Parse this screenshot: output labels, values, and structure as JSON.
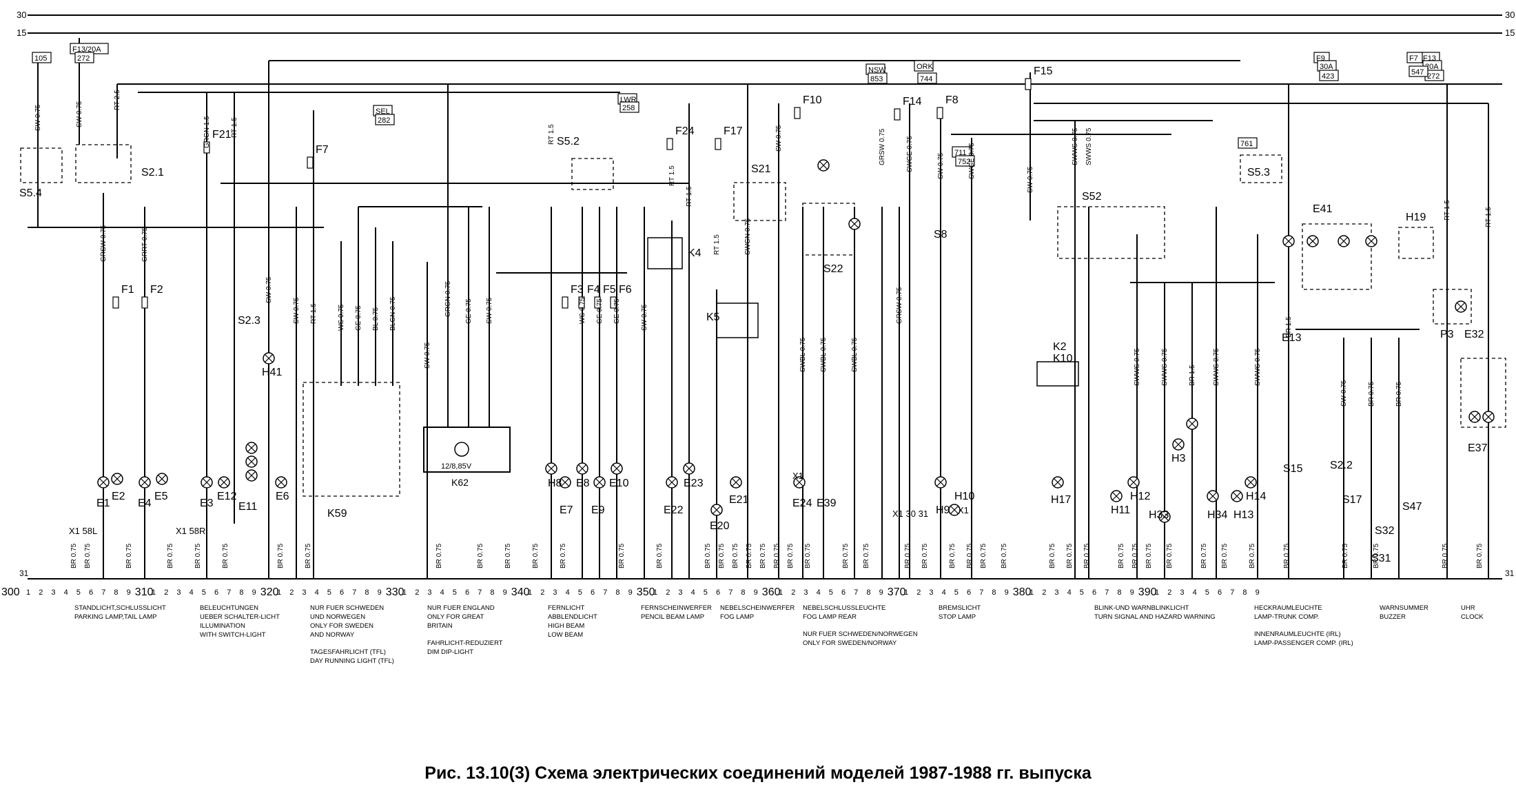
{
  "caption": "Рис. 13.10(3)  Схема электрических соединений моделей 1987-1988 гг. выпуска",
  "rails": [
    {
      "label": "30"
    },
    {
      "label": "15"
    },
    {
      "label": "31"
    }
  ],
  "fuses": [
    "F1",
    "F2",
    "F3",
    "F4",
    "F5",
    "F6",
    "F7",
    "F8",
    "F10",
    "F14",
    "F15",
    "F17",
    "F21",
    "F24"
  ],
  "top_boxes": [
    "105",
    "F13/20A",
    "272",
    "SEL",
    "282",
    "LWR",
    "258",
    "NSW",
    "853",
    "ORK",
    "744",
    "711",
    "752",
    "F9",
    "30A",
    "423",
    "F13",
    "20A",
    "272",
    "F7",
    "547",
    "761"
  ],
  "components": [
    {
      "id": "S5.4"
    },
    {
      "id": "S2.1"
    },
    {
      "id": "S2.3"
    },
    {
      "id": "S5.2"
    },
    {
      "id": "S21"
    },
    {
      "id": "S22"
    },
    {
      "id": "S52"
    },
    {
      "id": "S5.3"
    },
    {
      "id": "K4"
    },
    {
      "id": "K5"
    },
    {
      "id": "K59"
    },
    {
      "id": "K62"
    },
    {
      "id": "K2"
    },
    {
      "id": "K10"
    },
    {
      "id": "E41"
    },
    {
      "id": "H19"
    },
    {
      "id": "P3"
    },
    {
      "id": "E32"
    },
    {
      "id": "E37"
    }
  ],
  "k62_label": "12/8,85V",
  "loads_bottom": [
    "E1",
    "E2",
    "E4",
    "E5",
    "E3",
    "E12",
    "E11",
    "E6",
    "H41",
    "H8",
    "E7",
    "E8",
    "E9",
    "E10",
    "E22",
    "E23",
    "E20",
    "E21",
    "E24",
    "E39",
    "H9",
    "H10",
    "H17",
    "H11",
    "H12",
    "H33",
    "H3",
    "H34",
    "H13",
    "H14",
    "E13",
    "S15",
    "S2.2",
    "S17",
    "S32",
    "S31",
    "S47",
    "S8"
  ],
  "connectors": [
    "X1 58L",
    "X1 58R",
    "X1",
    "X1 30 31",
    "X1"
  ],
  "wire_labels": [
    "SW 0.75",
    "RT 1.5",
    "GRSW 0.75",
    "GRRT 0.75",
    "BR 0.75",
    "WS 0.75",
    "GE 0.75",
    "BL 0.75",
    "BLGN 0.75",
    "GRGN 0.75",
    "SWGN 0.75",
    "SWBL 0.75",
    "SWGE 0.75",
    "SWWS 0.75",
    "BR 1.5",
    "RT 2.5",
    "GRGN 1.5"
  ],
  "scale": {
    "start": "300",
    "majors": [
      "310",
      "320",
      "330",
      "340",
      "350",
      "360",
      "370",
      "380",
      "390"
    ],
    "digits": [
      "1",
      "2",
      "3",
      "4",
      "5",
      "6",
      "7",
      "8",
      "9"
    ]
  },
  "descriptions": [
    {
      "de": "STANDLICHT,SCHLUSSLICHT",
      "en": "PARKING LAMP,TAIL LAMP"
    },
    {
      "de": "BELEUCHTUNGEN",
      "de2": "UEBER SCHALTER-LICHT",
      "en": "ILLUMINATION",
      "en2": "WITH SWITCH-LIGHT"
    },
    {
      "de": "NUR FUER SCHWEDEN",
      "de2": "UND NORWEGEN",
      "en": "ONLY FOR SWEDEN",
      "en2": "AND NORWAY",
      "extra": "TAGESFAHRLICHT (TFL)",
      "extra2": "DAY RUNNING LIGHT (TFL)"
    },
    {
      "de": "NUR FUER ENGLAND",
      "en": "ONLY FOR GREAT",
      "en2": "BRITAIN",
      "extra": "FAHRLICHT-REDUZIERT",
      "extra2": "DIM DIP-LIGHT"
    },
    {
      "de": "FERNLICHT",
      "de2": "ABBLENDLICHT",
      "en": "HIGH BEAM",
      "en2": "LOW BEAM"
    },
    {
      "de": "FERNSCHEINWERFER",
      "en": "PENCIL BEAM LAMP"
    },
    {
      "de": "NEBELSCHEINWERFER",
      "en": "FOG LAMP"
    },
    {
      "de": "NEBELSCHLUSSLEUCHTE",
      "en": "FOG LAMP REAR",
      "extra": "NUR FUER SCHWEDEN/NORWEGEN",
      "extra2": "ONLY FOR SWEDEN/NORWAY"
    },
    {
      "de": "BREMSLICHT",
      "en": "STOP LAMP"
    },
    {
      "de": "BLINK-UND WARNBLINKLICHT",
      "en": "TURN SIGNAL AND HAZARD WARNING"
    },
    {
      "de": "HECKRAUMLEUCHTE",
      "en": "LAMP-TRUNK COMP.",
      "extra": "INNENRAUMLEUCHTE (IRL)",
      "extra2": "LAMP-PASSENGER COMP. (IRL)"
    },
    {
      "de": "WARNSUMMER",
      "en": "BUZZER"
    },
    {
      "de": "UHR",
      "en": "CLOCK"
    }
  ]
}
